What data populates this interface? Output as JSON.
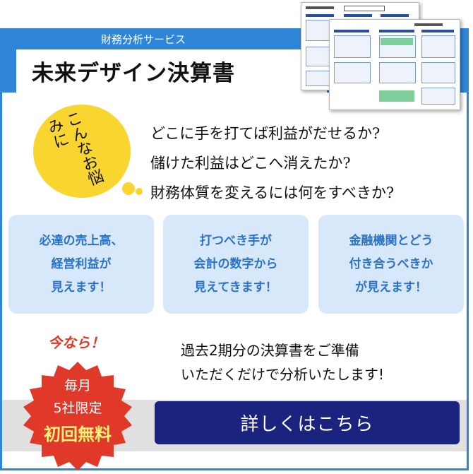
{
  "header": {
    "subtitle": "財務分析サービス",
    "title": "未来デザイン決算書"
  },
  "bubble": {
    "text": "こんなお悩みに"
  },
  "concerns": [
    "どこに手を打てば利益がだせるか?",
    "儲けた利益はどこへ消えたか?",
    "財務体質を変えるには何をすべきか?"
  ],
  "cards": [
    {
      "lines": [
        "必達の売上高、",
        "経営利益が",
        "見えます！"
      ]
    },
    {
      "lines": [
        "打つべき手が",
        "会計の数字から",
        "見えてきます！"
      ]
    },
    {
      "lines": [
        "金融機関とどう",
        "付き合うべきか",
        "が見えます！"
      ]
    }
  ],
  "offer": {
    "now_label": "今なら！",
    "line1": "過去2期分の決算書をご準備",
    "line2": "いただくだけで分析いたします!"
  },
  "badge": {
    "line1": "毎月",
    "line2": "5社限定",
    "line3": "初回無料"
  },
  "cta": {
    "label": "詳しくはこちら"
  },
  "colors": {
    "brand_blue": "#2f86d8",
    "bubble_yellow": "#f9d530",
    "card_bg": "#d7e8fb",
    "card_text": "#2b72c6",
    "accent_red": "#e0392a",
    "cta_navy": "#1a237e"
  }
}
